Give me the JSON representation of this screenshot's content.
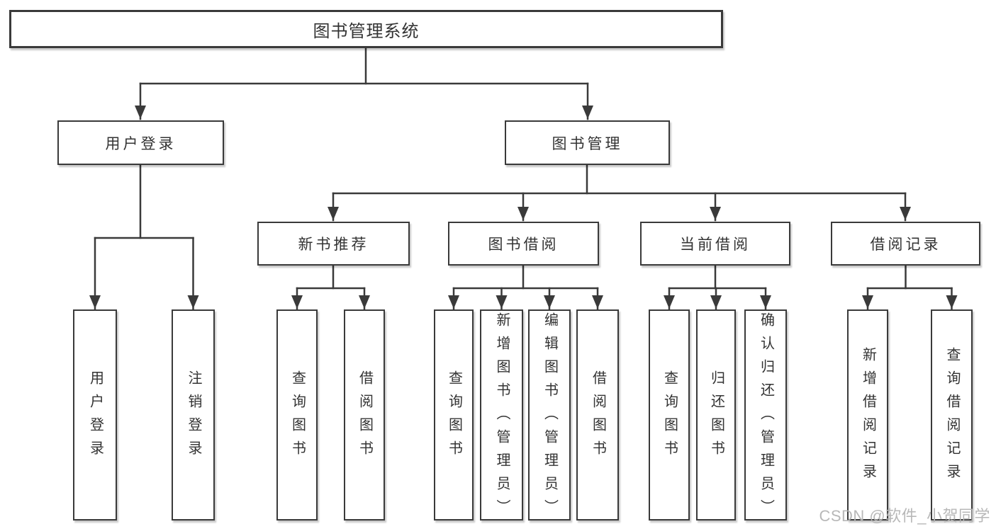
{
  "diagram": {
    "root": {
      "label": "图书管理系统"
    },
    "level2": [
      {
        "label": "用户登录"
      },
      {
        "label": "图书管理"
      }
    ],
    "level3": [
      {
        "label": "新书推荐"
      },
      {
        "label": "图书借阅"
      },
      {
        "label": "当前借阅"
      },
      {
        "label": "借阅记录"
      }
    ],
    "leaves": {
      "user_login": [
        {
          "label": "用户登录"
        },
        {
          "label": "注销登录"
        }
      ],
      "new_book_recommend": [
        {
          "label": "查询图书"
        },
        {
          "label": "借阅图书"
        }
      ],
      "book_borrowing": [
        {
          "label": "查询图书"
        },
        {
          "label": "新增图书（管理员）"
        },
        {
          "label": "编辑图书（管理员）"
        },
        {
          "label": "借阅图书"
        }
      ],
      "current_borrowing": [
        {
          "label": "查询图书"
        },
        {
          "label": "归还图书"
        },
        {
          "label": "确认归还（管理员）"
        }
      ],
      "borrowing_records": [
        {
          "label": "新增借阅记录"
        },
        {
          "label": "查询借阅记录"
        }
      ]
    },
    "colors": {
      "line": "#3a3a3a",
      "text": "#333333",
      "background": "#ffffff",
      "watermark": "#b5b5b5"
    }
  },
  "watermark": {
    "text": "CSDN @软件_小贺同学"
  }
}
